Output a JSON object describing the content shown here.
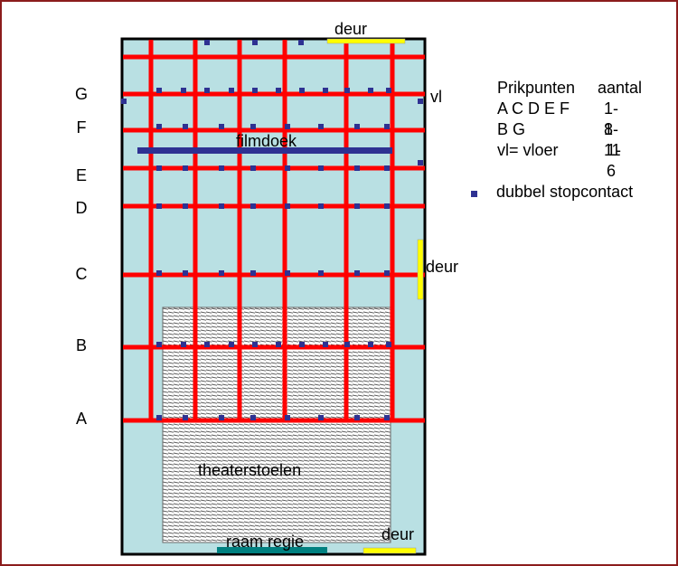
{
  "plan": {
    "room_color": "#b9e0e3",
    "rail_color": "#ff0000",
    "socket_color": "#2e3192",
    "door_color": "#ffff00",
    "window_color": "#008080",
    "rows": [
      {
        "label": "G"
      },
      {
        "label": "F"
      },
      {
        "label": "E"
      },
      {
        "label": "D"
      },
      {
        "label": "C"
      },
      {
        "label": "B"
      },
      {
        "label": "A"
      }
    ],
    "labels": {
      "door_top": "deur",
      "door_right": "deur",
      "door_bottom": "deur",
      "floor": "vl",
      "screen": "filmdoek",
      "seats": "theaterstoelen",
      "window": "raam regie"
    }
  },
  "legend": {
    "title_col1": "Prikpunten",
    "title_col2": "aantal",
    "rows": [
      {
        "name": "A C D E F",
        "range": "1-8"
      },
      {
        "name": "B G",
        "range": "1-11"
      },
      {
        "name": "vl= vloer",
        "range": "1-6"
      }
    ],
    "socket_label": "dubbel stopcontact"
  }
}
